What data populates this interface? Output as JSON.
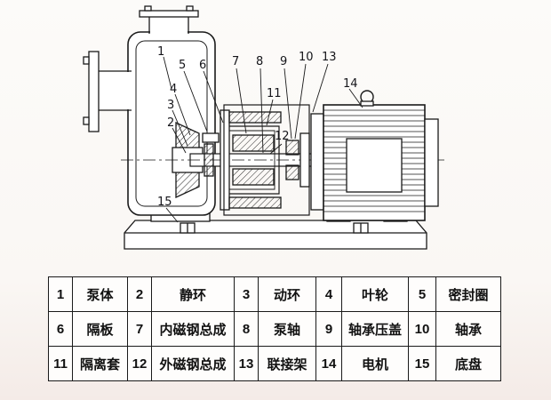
{
  "diagram": {
    "description": "Cross-section drawing of a self-priming magnetic drive pump with motor",
    "line_color": "#1a1a1a",
    "callouts": {
      "c1": "1",
      "c2": "2",
      "c3": "3",
      "c4": "4",
      "c5": "5",
      "c6": "6",
      "c7": "7",
      "c8": "8",
      "c9": "9",
      "c10": "10",
      "c11": "11",
      "c12": "12",
      "c13": "13",
      "c14": "14",
      "c15": "15"
    }
  },
  "table": {
    "rows": [
      [
        {
          "num": "1",
          "name": "泵体"
        },
        {
          "num": "2",
          "name": "静环"
        },
        {
          "num": "3",
          "name": "动环"
        },
        {
          "num": "4",
          "name": "叶轮"
        },
        {
          "num": "5",
          "name": "密封圈"
        }
      ],
      [
        {
          "num": "6",
          "name": "隔板"
        },
        {
          "num": "7",
          "name": "内磁钢总成"
        },
        {
          "num": "8",
          "name": "泵轴"
        },
        {
          "num": "9",
          "name": "轴承压盖"
        },
        {
          "num": "10",
          "name": "轴承"
        }
      ],
      [
        {
          "num": "11",
          "name": "隔离套"
        },
        {
          "num": "12",
          "name": "外磁钢总成"
        },
        {
          "num": "13",
          "name": "联接架"
        },
        {
          "num": "14",
          "name": "电机"
        },
        {
          "num": "15",
          "name": "底盘"
        }
      ]
    ]
  }
}
